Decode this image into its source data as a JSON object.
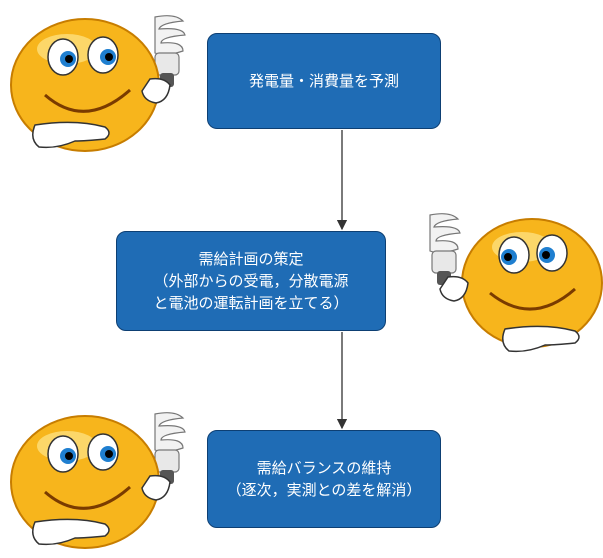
{
  "steps": [
    {
      "lines": [
        "発電量・消費量を予測"
      ]
    },
    {
      "lines": [
        "需給計画の策定",
        "（外部からの受電，分散電源",
        "と電池の運転計画を立てる）"
      ]
    },
    {
      "lines": [
        "需給バランスの維持",
        "（逐次，実測との差を解消）"
      ]
    }
  ],
  "colors": {
    "box_fill": "#1f6cb5",
    "box_border": "#0d3f73",
    "face": "#f7b51c",
    "arrow": "#333333"
  },
  "icons": [
    "smiley-mascot-with-lightbulb"
  ]
}
